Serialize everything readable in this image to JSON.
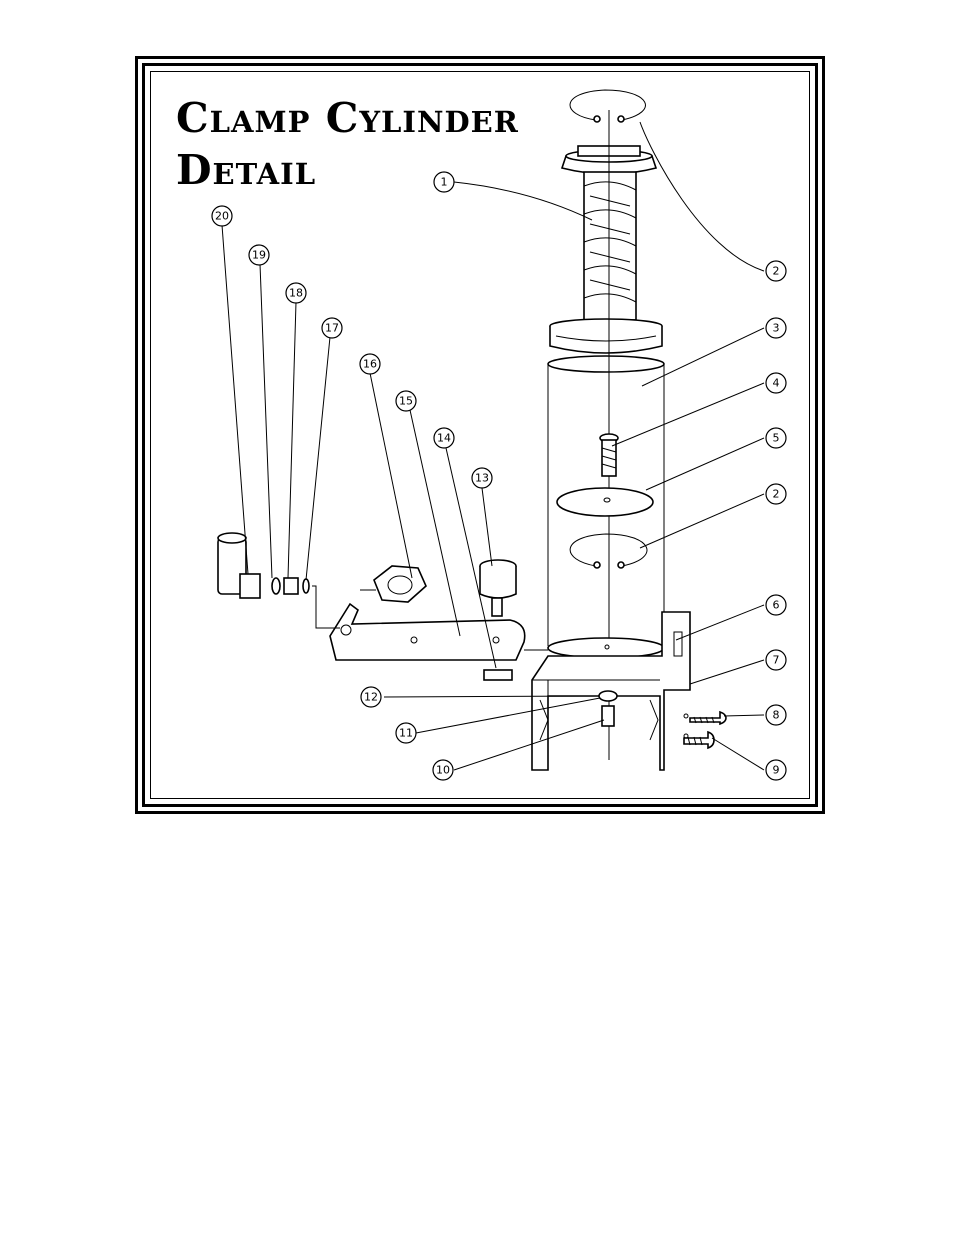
{
  "title": {
    "line1": "Clamp Cylinder",
    "line2": "Detail"
  },
  "callouts": [
    "1",
    "2",
    "2",
    "3",
    "4",
    "5",
    "6",
    "7",
    "8",
    "9",
    "10",
    "11",
    "12",
    "13",
    "14",
    "15",
    "16",
    "17",
    "18",
    "19",
    "20"
  ]
}
